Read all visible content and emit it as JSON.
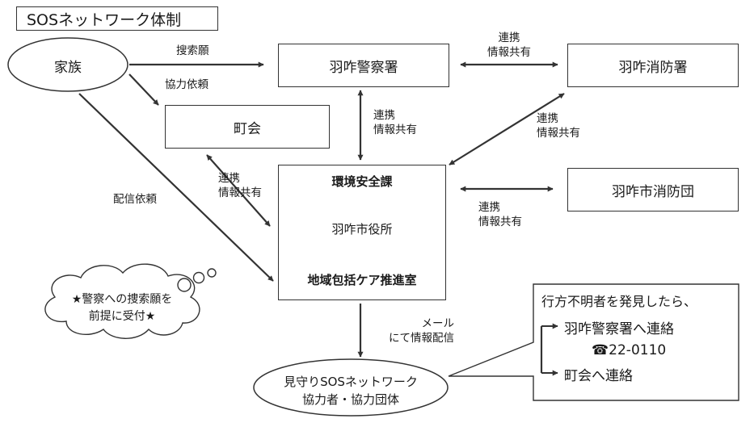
{
  "title": "SOSネットワーク体制",
  "nodes": {
    "family": "家族",
    "police": "羽咋警察署",
    "fire_station": "羽咋消防署",
    "town_council": "町会",
    "fire_brigade": "羽咋市消防団",
    "env_safety_section": "環境安全課",
    "city_office": "羽咋市役所",
    "care_promotion_office": "地域包括ケア推進室",
    "network_line1": "見守りSOSネットワーク",
    "network_line2": "協力者・協力団体"
  },
  "edges": {
    "search_request": "搜索願",
    "cooperation_request": "協力依頼",
    "delivery_request": "配信依頼",
    "link": "連携",
    "info_share": "情報共有",
    "mail_line1": "メール",
    "mail_line2": "にて情報配信"
  },
  "cloud_note": {
    "line1": "★警察への捜索願を",
    "line2": "前提に受付★"
  },
  "callout": {
    "heading": "行方不明者を発見したら、",
    "item1": "羽咋警察署へ連絡",
    "phone": "☎22-0110",
    "item2": "町会へ連絡"
  }
}
